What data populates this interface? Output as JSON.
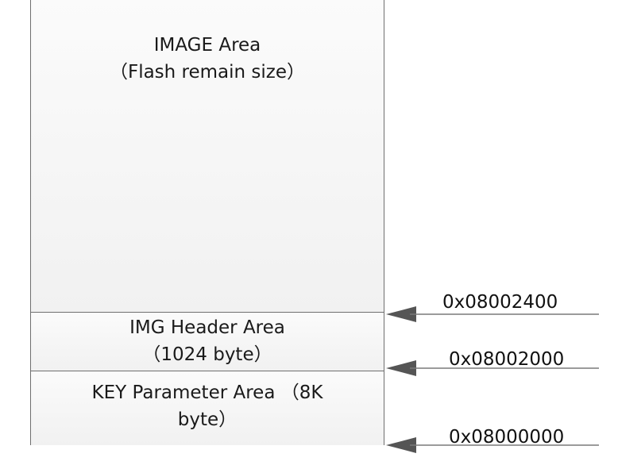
{
  "diagram": {
    "regions": [
      {
        "id": "image",
        "title": "IMAGE Area",
        "subtitle": "（Flash remain size）"
      },
      {
        "id": "header",
        "title": "IMG Header Area",
        "subtitle": "（1024 byte）"
      },
      {
        "id": "key",
        "title": "KEY Parameter Area （8K",
        "subtitle": "byte）"
      }
    ],
    "addresses": {
      "image_start": "0x08002400",
      "header_start": "0x08002000",
      "key_start": "0x08000000"
    },
    "colors": {
      "border": "#6f6f6f",
      "fill_top": "#fbfbfb",
      "fill_bottom": "#f1f1f1",
      "arrow": "#555555"
    }
  }
}
